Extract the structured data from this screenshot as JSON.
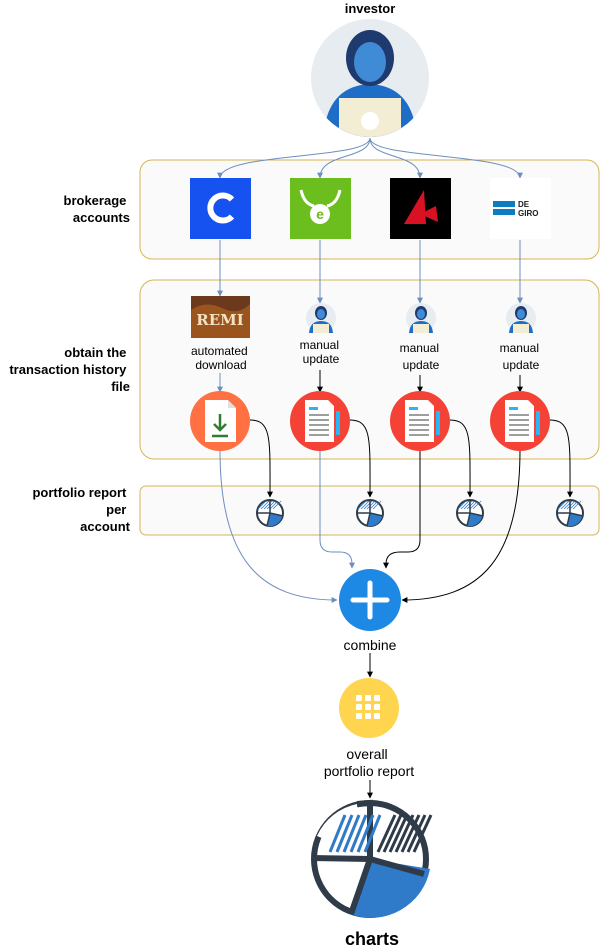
{
  "investor": {
    "label": "investor"
  },
  "rows": {
    "brokerage": [
      "brokerage",
      "accounts"
    ],
    "transaction": [
      "obtain the",
      "transaction history",
      "file"
    ],
    "report": [
      "portfolio report",
      "per",
      "account"
    ]
  },
  "brokers": [
    {
      "icon": "coinbase-logo-icon",
      "color": "#1652f0"
    },
    {
      "icon": "etoro-logo-icon",
      "color": "#6cbd1e"
    },
    {
      "icon": "interactive-brokers-logo-icon",
      "color": "#d81222"
    },
    {
      "icon": "degiro-logo-icon",
      "color": "#0d7cc1",
      "text1": "DE",
      "text2": "GIRO"
    }
  ],
  "methods": [
    {
      "lines": [
        "automated",
        "download"
      ]
    },
    {
      "lines": [
        "manual",
        "update"
      ]
    },
    {
      "lines": [
        "manual",
        "update"
      ]
    },
    {
      "lines": [
        "manual",
        "update"
      ]
    }
  ],
  "combine": {
    "label": "combine"
  },
  "overall": {
    "lines": [
      "overall",
      "portfolio report"
    ]
  },
  "charts": {
    "label": "charts"
  },
  "colors": {
    "panel_border": "#d6b656",
    "panel_fill": "#fafafa",
    "arrow_blue": "#6c8ebf",
    "combine": "#1e88e5",
    "overall": "#ffd54f",
    "doc_red": "#f44336",
    "download_orange": "#ff7043"
  }
}
